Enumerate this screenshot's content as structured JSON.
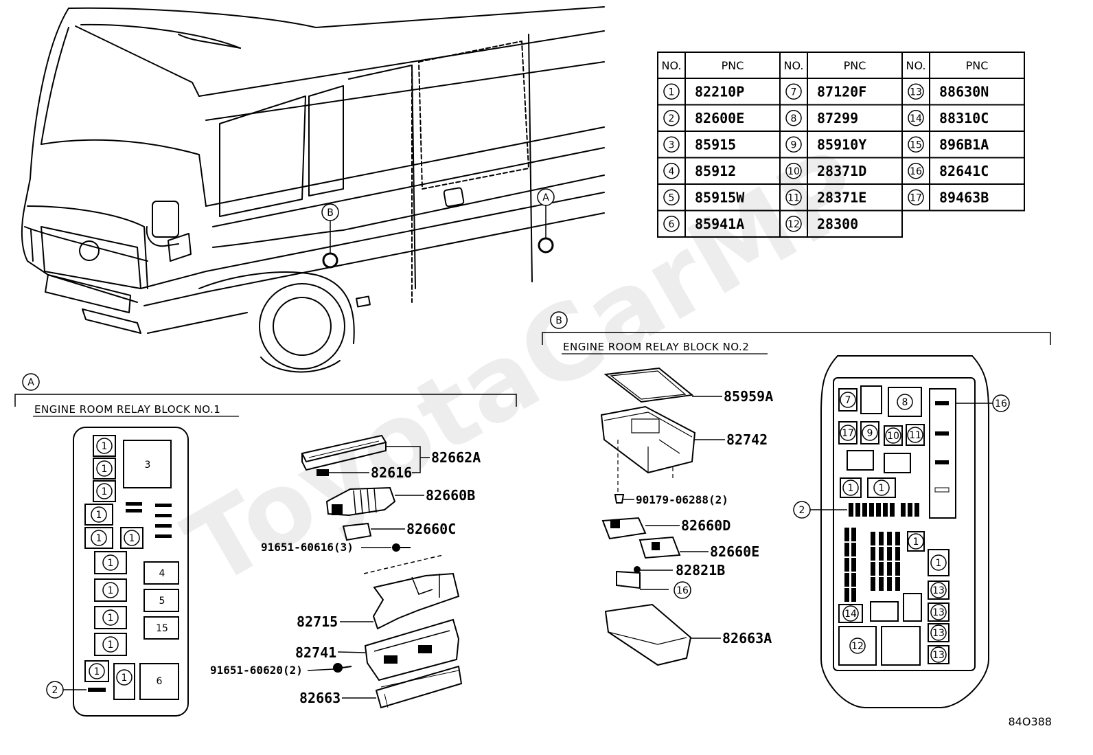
{
  "watermark": "ToyotaCarMP",
  "figure_id": "84O388",
  "pnc_table": {
    "headers": [
      "NO.",
      "PNC",
      "NO.",
      "PNC",
      "NO.",
      "PNC"
    ],
    "rows": [
      [
        {
          "no": "1",
          "pnc": "82210P"
        },
        {
          "no": "7",
          "pnc": "87120F"
        },
        {
          "no": "13",
          "pnc": "88630N"
        }
      ],
      [
        {
          "no": "2",
          "pnc": "82600E"
        },
        {
          "no": "8",
          "pnc": "87299"
        },
        {
          "no": "14",
          "pnc": "88310C"
        }
      ],
      [
        {
          "no": "3",
          "pnc": "85915"
        },
        {
          "no": "9",
          "pnc": "85910Y"
        },
        {
          "no": "15",
          "pnc": "896B1A"
        }
      ],
      [
        {
          "no": "4",
          "pnc": "85912"
        },
        {
          "no": "10",
          "pnc": "28371D"
        },
        {
          "no": "16",
          "pnc": "82641C"
        }
      ],
      [
        {
          "no": "5",
          "pnc": "85915W"
        },
        {
          "no": "11",
          "pnc": "28371E"
        },
        {
          "no": "17",
          "pnc": "89463B"
        }
      ],
      [
        {
          "no": "6",
          "pnc": "85941A"
        },
        {
          "no": "12",
          "pnc": "28300"
        },
        null
      ]
    ]
  },
  "vehicle": {
    "callout_a": "A",
    "callout_b": "B"
  },
  "section_a": {
    "callout": "A",
    "title": "ENGINE ROOM RELAY BLOCK NO.1",
    "block_nums": {
      "n1": "1",
      "n2": "2",
      "n3": "3",
      "n4": "4",
      "n5": "5",
      "n6": "6",
      "n15": "15"
    },
    "parts": {
      "p82662A": "82662A",
      "p82616": "82616",
      "p82660B": "82660B",
      "p82660C": "82660C",
      "p91651_60616": "91651-60616(3)",
      "p82715": "82715",
      "p82741": "82741",
      "p91651_60620": "91651-60620(2)",
      "p82663": "82663"
    }
  },
  "section_b": {
    "callout": "B",
    "title": "ENGINE ROOM RELAY BLOCK NO.2",
    "block_nums": {
      "n1": "1",
      "n2": "2",
      "n7": "7",
      "n8": "8",
      "n9": "9",
      "n10": "10",
      "n11": "11",
      "n12": "12",
      "n13": "13",
      "n14": "14",
      "n16": "16",
      "n17": "17"
    },
    "parts": {
      "p85959A": "85959A",
      "p82742": "82742",
      "p90179_06288": "90179-06288(2)",
      "p82660D": "82660D",
      "p82660E": "82660E",
      "p82821B": "82821B",
      "p16": "16",
      "p82663A": "82663A"
    }
  }
}
